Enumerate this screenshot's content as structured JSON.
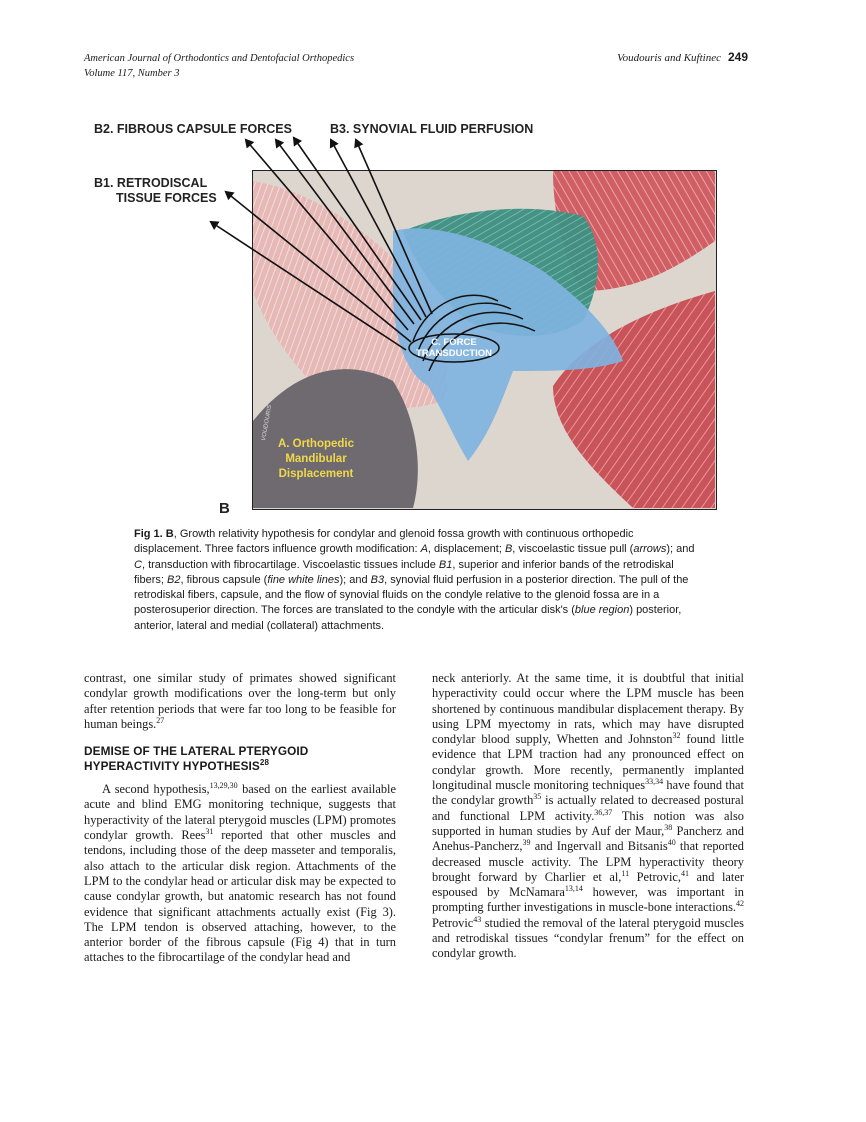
{
  "header": {
    "journal": "American Journal of Orthodontics and Dentofacial Orthopedics",
    "volume": "Volume 117, Number 3",
    "authors": "Voudouris and Kuftinec",
    "page": "249"
  },
  "figure": {
    "label_b1_line1": "B1. RETRODISCAL",
    "label_b1_line2": "TISSUE FORCES",
    "label_b2": "B2. FIBROUS CAPSULE FORCES",
    "label_b3": "B3. SYNOVIAL FLUID PERFUSION",
    "label_c_line1": "C. FORCE",
    "label_c_line2": "TRANSDUCTION",
    "label_a_line1": "A. Orthopedic",
    "label_a_line2": "Mandibular",
    "label_a_line3": "Displacement",
    "signature": "VOUDOURIS",
    "panel_letter": "B",
    "colors": {
      "muscle": "#c8545a",
      "disk": "#7fb3e0",
      "capsule": "#3d8f82",
      "bone": "#6e6a6f",
      "bg": "#dcd6cf"
    }
  },
  "caption": {
    "fig_label": "Fig 1. B",
    "segments": [
      ", Growth relativity hypothesis for condylar and glenoid fossa growth with continuous orthopedic displacement. Three factors influence growth modification: ",
      "A",
      ", displacement; ",
      "B",
      ", viscoelastic tissue pull (",
      "arrows",
      "); and ",
      "C",
      ", transduction with fibrocartilage. Viscoelastic tissues include ",
      "B1",
      ", superior and inferior bands of the retrodiskal fibers; ",
      "B2",
      ", fibrous capsule (",
      "fine white lines",
      "); and ",
      "B3",
      ", synovial fluid perfusion in a posterior direction. The pull of the retrodiskal fibers, capsule, and the flow of synovial fluids on the condyle relative to the glenoid fossa are in a posterosuperior direction. The forces are translated to the condyle with the articular disk's (",
      "blue region",
      ") posterior, anterior, lateral and medial (collateral) attachments."
    ]
  },
  "body": {
    "left_p1": "contrast, one similar study of primates showed significant condylar growth modifications over the long-term but only after retention periods that were far too long to be feasible for human beings.",
    "left_p1_ref": "27",
    "heading_line1": "DEMISE OF THE LATERAL PTERYGOID",
    "heading_line2": "HYPERACTIVITY HYPOTHESIS",
    "heading_ref": "28",
    "left_p2_a": "A second hypothesis,",
    "left_p2_ref1": "13,29,30",
    "left_p2_b": " based on the earliest available acute and blind EMG monitoring technique, suggests that hyperactivity of the lateral pterygoid muscles (LPM) promotes condylar growth. Rees",
    "left_p2_ref2": "31",
    "left_p2_c": " reported that other muscles and tendons, including those of the deep masseter and temporalis, also attach to the articular disk region. Attachments of the LPM to the condylar head or articular disk may be expected to cause condylar growth, but anatomic research has not found evidence that significant attachments actually exist (Fig 3). The LPM tendon is observed attaching, however, to the anterior border of the fibrous capsule (Fig 4) that in turn attaches to the fibrocartilage of the condylar head and",
    "right_a": "neck anteriorly. At the same time, it is doubtful that initial hyperactivity could occur where the LPM muscle has been shortened by continuous mandibular displacement therapy. By using LPM myectomy in rats, which may have disrupted condylar blood supply, Whetten and Johnston",
    "right_r1": "32",
    "right_b": " found little evidence that LPM traction had any pronounced effect on condylar growth. More recently, permanently implanted longitudinal muscle monitoring techniques",
    "right_r2": "33,34",
    "right_c": " have found that the condylar growth",
    "right_r3": "35",
    "right_d": " is actually related to decreased postural and functional LPM activity.",
    "right_r4": "36,37",
    "right_e": " This notion was also supported in human studies by Auf der Maur,",
    "right_r5": "38",
    "right_f": " Pancherz and Anehus-Pancherz,",
    "right_r6": "39",
    "right_g": " and Ingervall and Bitsanis",
    "right_r7": "40",
    "right_h": " that reported decreased muscle activity. The LPM hyperactivity theory brought forward by Charlier et al,",
    "right_r8": "11",
    "right_i": " Petrovic,",
    "right_r9": "41",
    "right_j": " and later espoused by McNamara",
    "right_r10": "13,14",
    "right_k": " however, was important in prompting further investigations in muscle-bone interactions.",
    "right_r11": "42",
    "right_l": " Petrovic",
    "right_r12": "43",
    "right_m": " studied the removal of the lateral pterygoid muscles and retrodiskal tissues “condylar frenum” for the effect on condylar growth."
  }
}
